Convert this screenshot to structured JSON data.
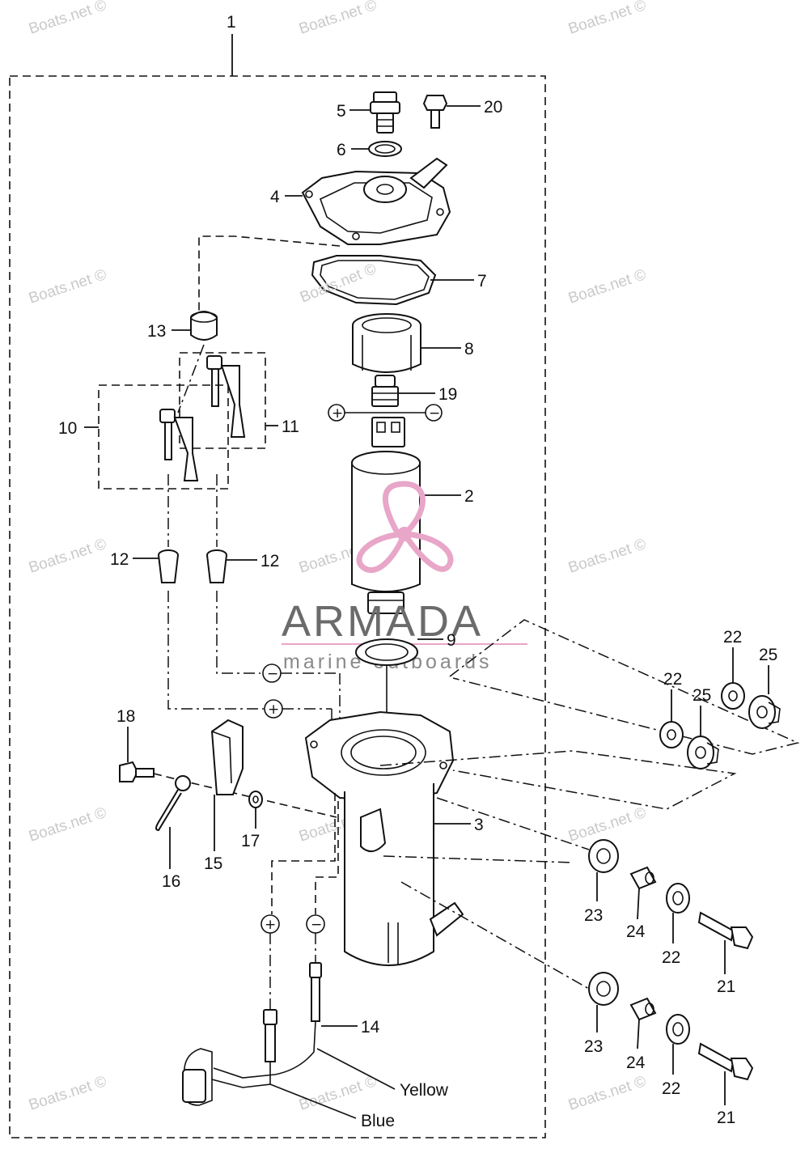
{
  "labels": {
    "p1": "1",
    "p2": "2",
    "p3": "3",
    "p4": "4",
    "p5": "5",
    "p6": "6",
    "p7": "7",
    "p8": "8",
    "p9": "9",
    "p10": "10",
    "p11": "11",
    "p12": "12",
    "p13": "13",
    "p14": "14",
    "p15": "15",
    "p16": "16",
    "p17": "17",
    "p18": "18",
    "p19": "19",
    "p20": "20",
    "p21": "21",
    "p22": "22",
    "p23": "23",
    "p24": "24",
    "p25": "25"
  },
  "wires": {
    "yellow": "Yellow",
    "blue": "Blue"
  },
  "polarity": {
    "plus": "+",
    "minus": "−"
  },
  "brand": {
    "name": "ARMADA",
    "tagline": "marine outboards",
    "accent": "#e8a6c8"
  },
  "watermark": "Boats.net ©"
}
